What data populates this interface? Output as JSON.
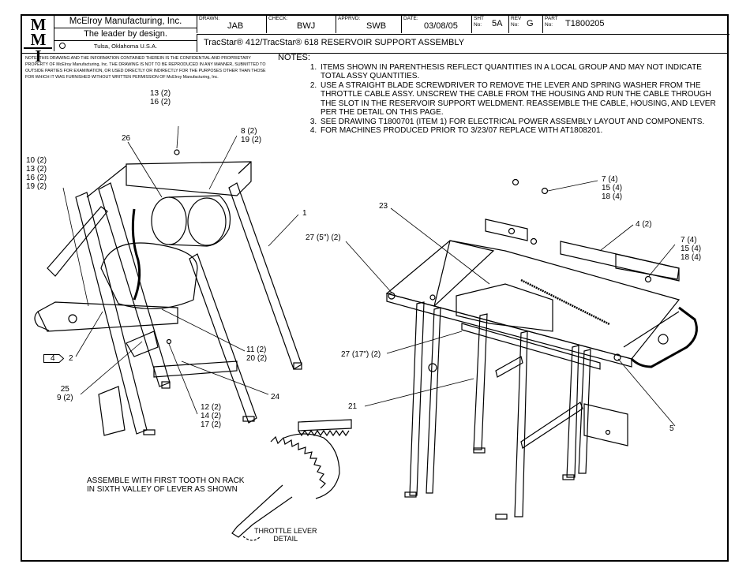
{
  "title_block": {
    "logo_text": "MMI",
    "company_name": "McElroy Manufacturing, Inc.",
    "slogan": "The leader by design.",
    "location": "Tulsa, Oklahoma U.S.A.",
    "drawn_label": "DRAWN:",
    "drawn_value": "JAB",
    "check_label": "CHECK:",
    "check_value": "BWJ",
    "apprvd_label": "APPRVD:",
    "apprvd_value": "SWB",
    "date_label": "DATE:",
    "date_value": "03/08/05",
    "sht_label": "SHT No:",
    "sht_value": "5A",
    "rev_label": "REV No:",
    "rev_value": "G",
    "part_label": "PART No:",
    "part_value": "T1800205",
    "drawing_title": "TracStar® 412/TracStar® 618 RESERVOIR SUPPORT ASSEMBLY"
  },
  "confidentiality": "NOTE: THIS DRAWING AND THE INFORMATION CONTAINED THEREIN IS THE CONFIDENTIAL AND PROPRIETARY PROPERTY OF McElroy Manufacturing, Inc. THE DRAWING IS NOT TO BE REPRODUCED IN ANY MANNER, SUBMITTED TO OUTSIDE PARTIES FOR EXAMINATION, OR USED DIRECTLY OR INDIRECTLY FOR THE PURPOSES OTHER THAN THOSE FOR WHICH IT WAS FURNISHED WITHOUT WRITTEN PERMISSION OF McElroy Manufacturing, Inc.",
  "notes": {
    "heading": "NOTES:",
    "items": [
      "ITEMS SHOWN IN PARENTHESIS REFLECT QUANTITIES IN A LOCAL GROUP AND MAY NOT INDICATE TOTAL ASSY QUANTITIES.",
      "USE A STRAIGHT BLADE SCREWDRIVER TO REMOVE THE LEVER AND SPRING WASHER FROM THE THROTTLE CABLE ASSY. UNSCREW THE CABLE FROM THE HOUSING AND RUN THE CABLE THROUGH THE SLOT IN THE RESERVOIR SUPPORT WELDMENT. REASSEMBLE THE CABLE, HOUSING, AND LEVER PER THE DETAIL ON THIS PAGE.",
      "SEE DRAWING T1800701 (ITEM 1) FOR ELECTRICAL POWER ASSEMBLY LAYOUT AND COMPONENTS.",
      "FOR MACHINES PRODUCED PRIOR TO 3/23/07 REPLACE WITH AT1808201."
    ]
  },
  "callouts": {
    "c13_16a": "13 (2)\n16 (2)",
    "c26": "26",
    "c8_19": "8 (2)\n19 (2)",
    "c10_19": "10 (2)\n13 (2)\n16 (2)\n19 (2)",
    "c1": "1",
    "c4tag": "4",
    "c2": "2",
    "c11_20": "11 (2)\n20 (2)",
    "c25_9": "25\n9 (2)",
    "c24": "24",
    "c12_17": "12 (2)\n14 (2)\n17 (2)",
    "c7_18a": "7 (4)\n15 (4)\n18 (4)",
    "c23": "23",
    "c4_2": "4 (2)",
    "c27_5": "27 (5\") (2)",
    "c7_18b": "7 (4)\n15 (4)\n18 (4)",
    "c27_17": "27 (17\") (2)",
    "c21": "21",
    "c5": "5",
    "assemble_note": "ASSEMBLE WITH FIRST TOOTH ON RACK\nIN SIXTH VALLEY OF LEVER AS SHOWN",
    "detail_label": "THROTTLE LEVER\nDETAIL"
  }
}
